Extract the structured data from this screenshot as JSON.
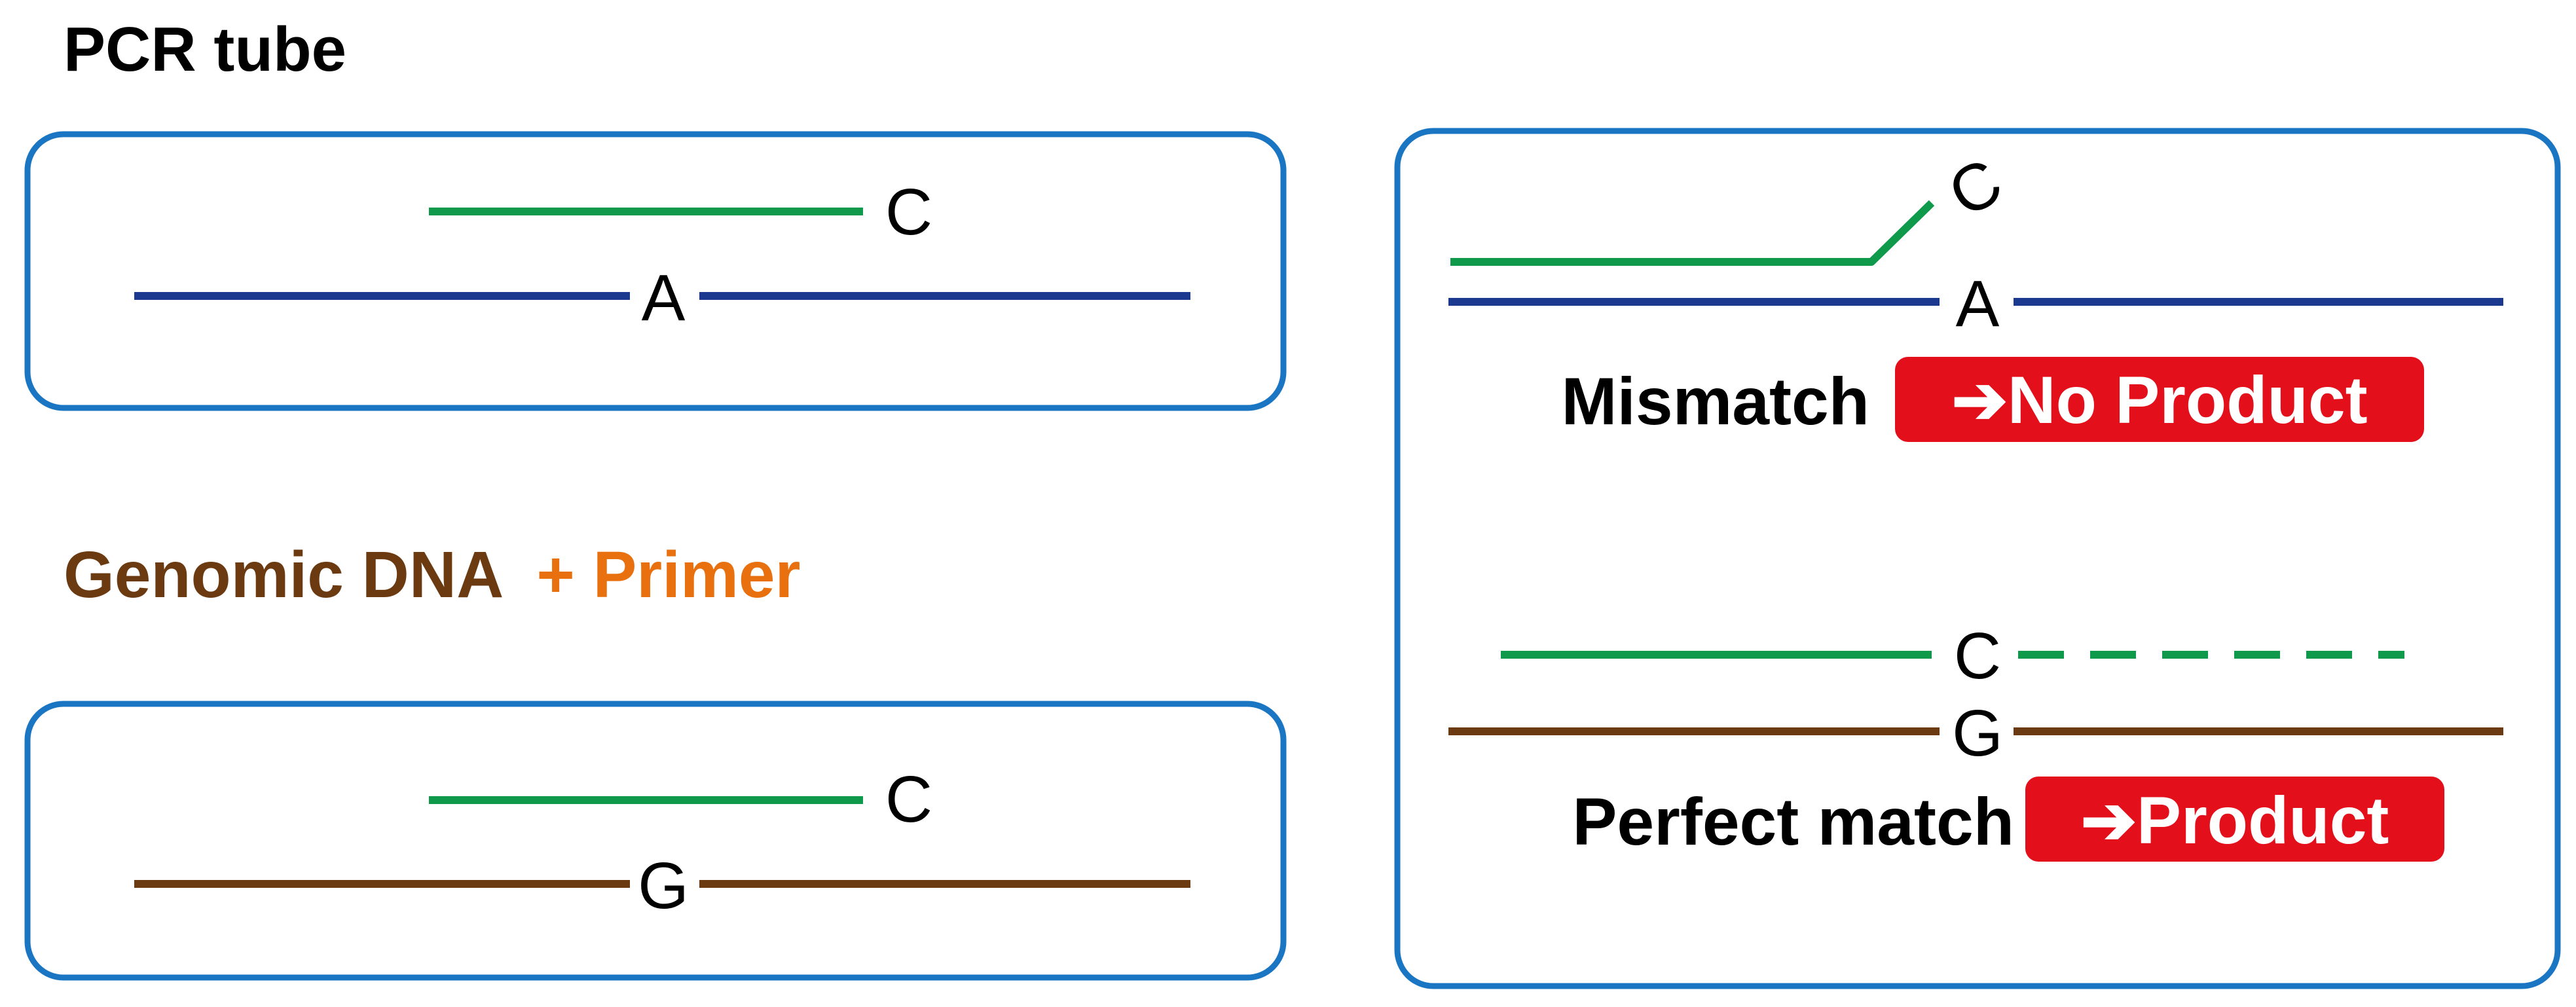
{
  "heading": {
    "title": "PCR tube",
    "legend_part1": "Genomic DNA",
    "legend_part2": "+ Primer"
  },
  "panels": {
    "top_left": {
      "primer_end_base": "C",
      "template_base": "A"
    },
    "bottom_left": {
      "primer_end_base": "C",
      "template_base": "G"
    },
    "right_mismatch": {
      "primer_end_base": "C",
      "template_base": "A",
      "label": "Mismatch",
      "result": "➔No Product"
    },
    "right_match": {
      "primer_end_base": "C",
      "template_base": "G",
      "label": "Perfect match",
      "result": "➔Product"
    }
  },
  "colors": {
    "frame": "#1a76c2",
    "primer": "#0e9a4a",
    "template_a": "#1b3a8f",
    "template_g": "#6b3a10",
    "genomic_text": "#6b3a10",
    "primer_text": "#e8700f",
    "result_badge": "#e3101c",
    "text": "#000000"
  }
}
